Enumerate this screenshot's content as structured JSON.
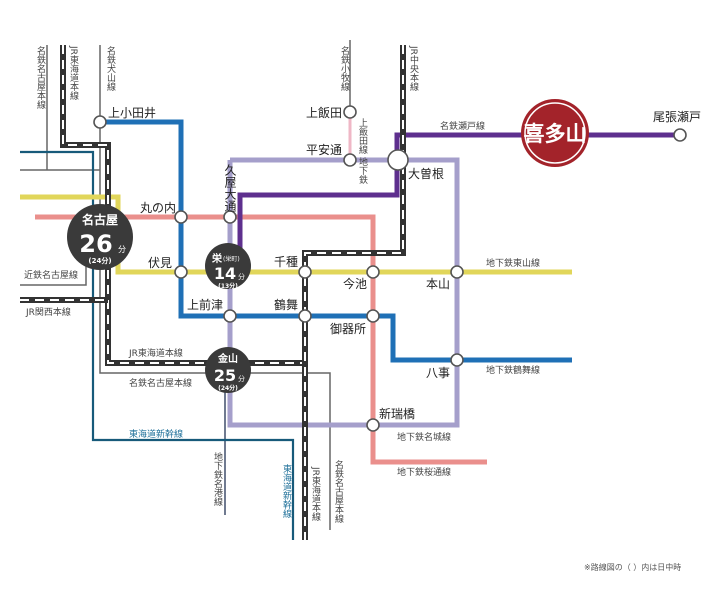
{
  "colors": {
    "meijo": "#a59fcb",
    "higashiyama": "#e1d65a",
    "sakuradori": "#ea8f8c",
    "tsurumai": "#1f70b6",
    "seto": "#5e2f8e",
    "shinkansen": "#175a7a",
    "gray": "#666666",
    "kitayama": "#a3232a",
    "hub": "#3a3a3a"
  },
  "hubs": {
    "nagoya": {
      "name": "名古屋",
      "minutes": "26",
      "unit": "分",
      "daytime": "(24分)"
    },
    "sakae": {
      "name": "栄",
      "sub": "(栄町)",
      "minutes": "14",
      "unit": "分",
      "daytime": "(13分)"
    },
    "kanayama": {
      "name": "金山",
      "minutes": "25",
      "unit": "分",
      "daytime": "(24分)"
    },
    "origin": {
      "name": "喜多山"
    }
  },
  "stations": {
    "kamiotai": "上小田井",
    "marunouchi": "丸の内",
    "fushimi": "伏見",
    "hisaya": "久屋大通",
    "kamimaezu": "上前津",
    "chikusa": "千種",
    "tsurumai": "鶴舞",
    "imaike": "今池",
    "gokiso": "御器所",
    "motoyama": "本山",
    "yagoto": "八事",
    "aratama": "新瑞橋",
    "ozone": "大曽根",
    "heian": "平安通",
    "kamiiida": "上飯田",
    "owariseto": "尾張瀬戸"
  },
  "lines": {
    "meitetsu_nagoya_top": "名鉄名古屋本線",
    "jr_tokaido_top": "JR東海道本線",
    "meitetsu_inuyama": "名鉄犬山線",
    "meitetsu_komaki": "名鉄小牧線",
    "jr_chuo": "JR中央本線",
    "kamiiida_line": "上飯田線 地下鉄",
    "meitetsu_seto": "名鉄瀬戸線",
    "kintetsu": "近鉄名古屋線",
    "jr_kansai": "JR関西本線",
    "higashiyama": "地下鉄東山線",
    "tsurumai": "地下鉄鶴舞線",
    "jr_tokaido_mid": "JR東海道本線",
    "meitetsu_nagoya_mid": "名鉄名古屋本線",
    "shinkansen_mid": "東海道新幹線",
    "meijo": "地下鉄名城線",
    "sakuradori": "地下鉄桜通線",
    "meiko": "地下鉄名港線",
    "shinkansen_bottom": "東海道新幹線",
    "jr_tokaido_bottom": "JR東海道本線",
    "meitetsu_nagoya_bottom": "名鉄名古屋本線"
  },
  "note": "※路線図の（ ）内は日中時"
}
